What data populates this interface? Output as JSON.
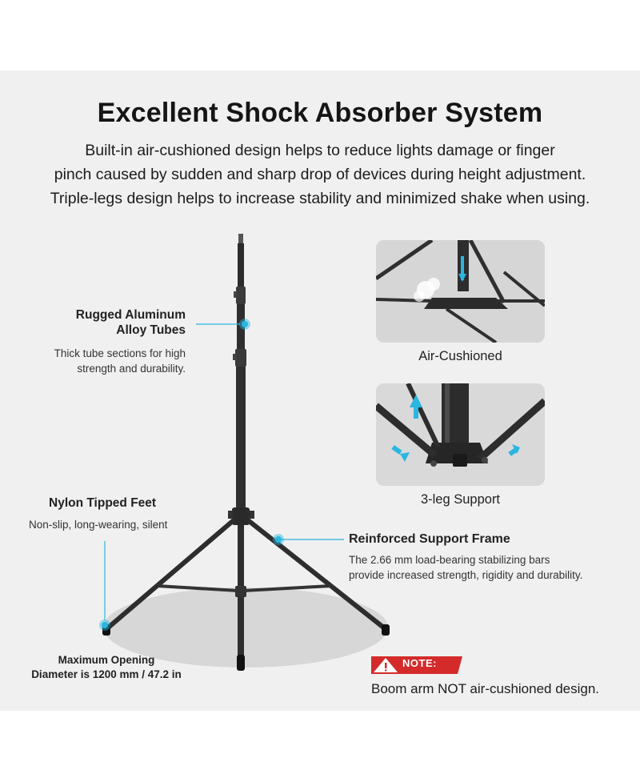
{
  "heading": "Excellent Shock Absorber System",
  "intro_lines": [
    "Built-in air-cushioned design helps to reduce lights damage or finger",
    "pinch caused by sudden and sharp drop of devices during height adjustment.",
    "Triple-legs design helps to increase stability and minimized shake when using."
  ],
  "callouts": {
    "tubes_title_line1": "Rugged Aluminum",
    "tubes_title_line2": "Alloy Tubes",
    "tubes_desc_line1": "Thick tube sections for high",
    "tubes_desc_line2": "strength and durability.",
    "feet_title": "Nylon Tipped Feet",
    "feet_desc": "Non-slip, long-wearing, silent",
    "frame_title": "Reinforced Support Frame",
    "frame_desc_line1": "The 2.66 mm load-bearing stabilizing bars",
    "frame_desc_line2": "provide increased strength, rigidity and durability.",
    "opening_line1": "Maximum Opening",
    "opening_line2": "Diameter is 1200 mm / 47.2 in"
  },
  "thumbnails": {
    "top_caption": "Air-Cushioned",
    "bottom_caption": "3-leg Support"
  },
  "note": {
    "badge": "NOTE:",
    "text": "Boom arm NOT air-cushioned design."
  },
  "colors": {
    "accent_cyan": "#29b6e0",
    "note_red": "#d42a2a",
    "panel_bg": "#f0f0f0"
  }
}
